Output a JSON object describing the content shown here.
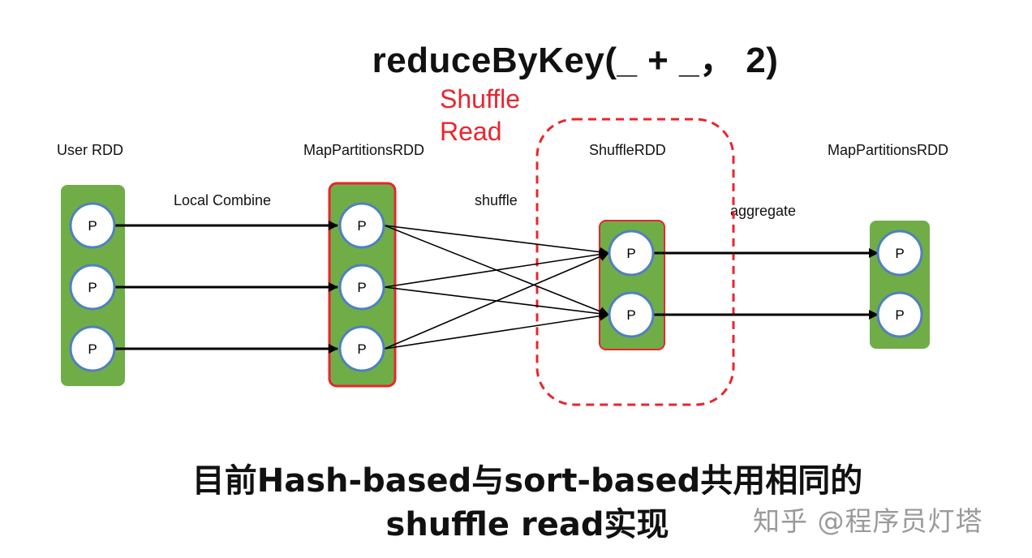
{
  "title": "reduceByKey(_ + _，  2)",
  "shuffle_read_label": [
    "Shuffle",
    "Read"
  ],
  "stages": {
    "user_rdd": "User RDD",
    "map_partitions_rdd_1": "MapPartitionsRDD",
    "shuffle_rdd": "ShuffleRDD",
    "map_partitions_rdd_2": "MapPartitionsRDD"
  },
  "edges": {
    "local_combine": "Local Combine",
    "shuffle": "shuffle",
    "aggregate": "aggregate"
  },
  "partition_label": "P",
  "caption": [
    "目前Hash-based与sort-based共用相同的",
    "shuffle read实现"
  ],
  "watermark": "知乎 @程序员灯塔",
  "colors": {
    "rdd_fill": "#70ad47",
    "partition_fill": "#ffffff",
    "partition_stroke": "#4f81bd",
    "highlight": "#e8262d",
    "arrow": "#000000"
  }
}
